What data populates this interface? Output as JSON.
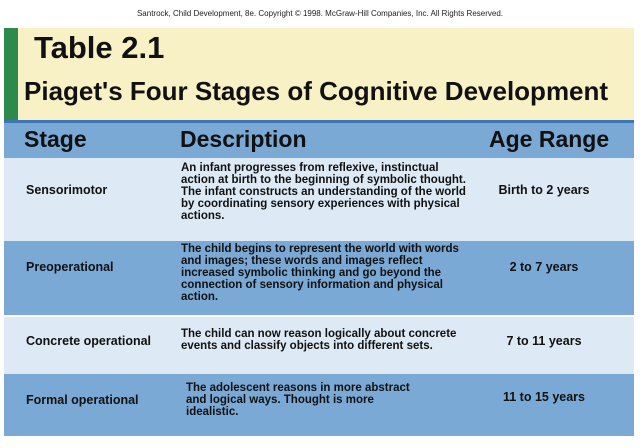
{
  "copyright": "Santrock, Child Development, 8e. Copyright © 1998. McGraw-Hill Companies, Inc. All Rights Reserved.",
  "table_number": "Table 2.1",
  "table_title": "Piaget's Four Stages of Cognitive Development",
  "columns": [
    "Stage",
    "Description",
    "Age Range"
  ],
  "rows": [
    {
      "stage": "Sensorimotor",
      "description": "An infant progresses from reflexive, instinctual action at birth to the beginning of symbolic thought. The infant constructs an understanding of the world by coordinating sensory experiences with physical actions.",
      "age": "Birth to 2 years"
    },
    {
      "stage": "Preoperational",
      "description": "The child begins to represent the world with words and images; these words and images reflect increased symbolic thinking and go beyond the connection of sensory information and physical action.",
      "age": "2 to 7 years"
    },
    {
      "stage": "Concrete operational",
      "description": "The child can now reason logically about concrete events and classify objects into different sets.",
      "age": "7 to 11 years"
    },
    {
      "stage": "Formal operational",
      "description": "The adolescent reasons in more abstract and logical ways. Thought is more idealistic.",
      "age": "11 to 15 years"
    }
  ],
  "colors": {
    "title_background": "#f8f1c6",
    "accent_bar": "#2d8a4c",
    "header_background": "#7aa9d6",
    "row_light": "#ddeaf6",
    "row_dark": "#7aa9d6"
  }
}
